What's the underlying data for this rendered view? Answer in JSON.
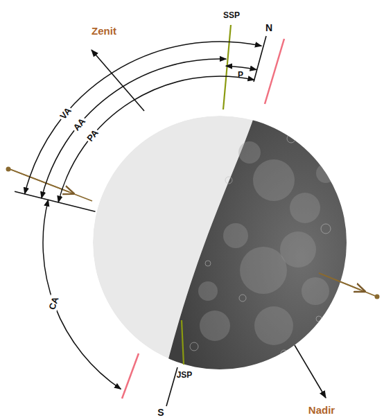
{
  "diagram": {
    "labels": [
      "Zenit",
      "SSP",
      "N",
      "P",
      "VA",
      "AA",
      "PA",
      "CA",
      "JSP",
      "S",
      "Nadir"
    ]
  }
}
